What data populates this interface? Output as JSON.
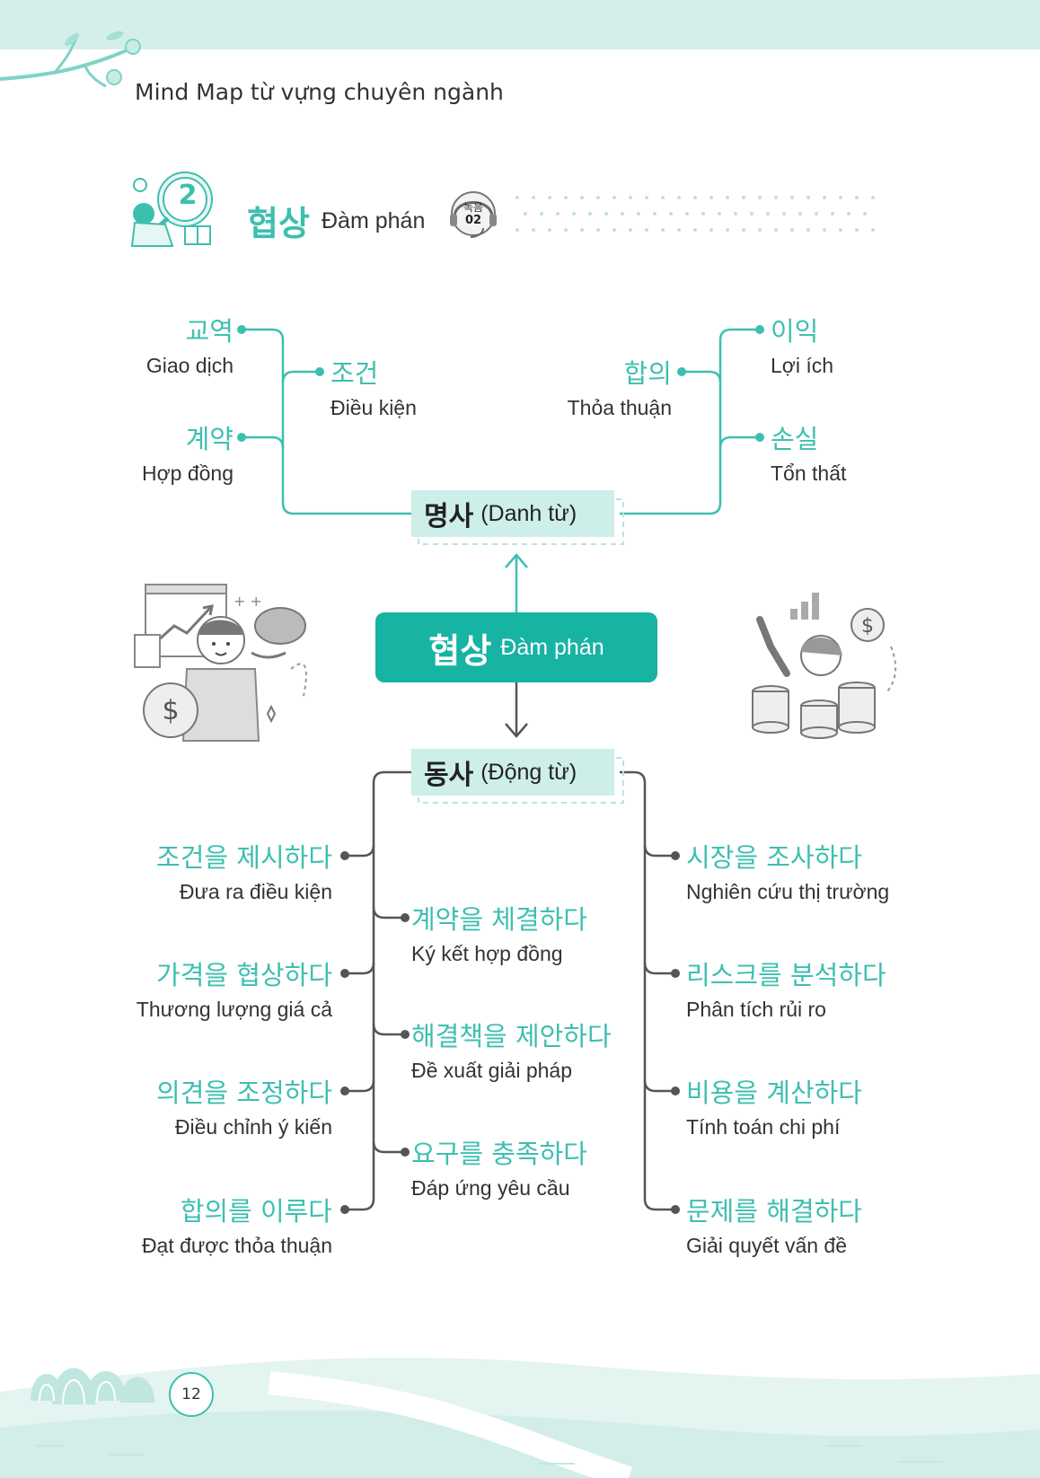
{
  "header": {
    "title": "Mind Map từ vựng chuyên ngành"
  },
  "lesson": {
    "number": "2",
    "title_kr": "협상",
    "title_vi": "Đàm phán",
    "audio_top": "녹음",
    "audio_num": "02"
  },
  "center": {
    "kr": "협상",
    "vi": "Đàm phán"
  },
  "nouns": {
    "header_kr": "명사",
    "header_vi": "(Danh từ)",
    "items": [
      {
        "kr": "교역",
        "vi": "Giao dịch"
      },
      {
        "kr": "조건",
        "vi": "Điều kiện"
      },
      {
        "kr": "계약",
        "vi": "Hợp đồng"
      },
      {
        "kr": "합의",
        "vi": "Thỏa thuận"
      },
      {
        "kr": "이익",
        "vi": "Lợi ích"
      },
      {
        "kr": "손실",
        "vi": "Tổn thất"
      }
    ]
  },
  "verbs": {
    "header_kr": "동사",
    "header_vi": "(Động từ)",
    "items": [
      {
        "kr": "조건을 제시하다",
        "vi": "Đưa ra điều kiện"
      },
      {
        "kr": "가격을 협상하다",
        "vi": "Thương lượng giá cả"
      },
      {
        "kr": "의견을 조정하다",
        "vi": "Điều chỉnh ý kiến"
      },
      {
        "kr": "합의를 이루다",
        "vi": "Đạt được thỏa thuận"
      },
      {
        "kr": "계약을 체결하다",
        "vi": "Ký kết hợp đồng"
      },
      {
        "kr": "해결책을 제안하다",
        "vi": "Đề xuất giải pháp"
      },
      {
        "kr": "요구를 충족하다",
        "vi": "Đáp ứng yêu cầu"
      },
      {
        "kr": "시장을 조사하다",
        "vi": "Nghiên cứu thị trường"
      },
      {
        "kr": "리스크를 분석하다",
        "vi": "Phân tích rủi ro"
      },
      {
        "kr": "비용을 계산하다",
        "vi": "Tính toán chi phí"
      },
      {
        "kr": "문제를 해결하다",
        "vi": "Giải quyết vấn đề"
      }
    ]
  },
  "page_number": "12",
  "colors": {
    "accent": "#3dbfb0",
    "center_fill": "#17b3a3",
    "tag_fill": "#cdeee9",
    "band": "#d6eee9",
    "verb_lines": "#555555"
  },
  "icons": [
    "branch-decoration",
    "lightbulb-magnifier-icon",
    "headphones-icon",
    "businesswoman-savings-illustration",
    "celebrating-coins-illustration",
    "hill-landscape-decoration"
  ]
}
